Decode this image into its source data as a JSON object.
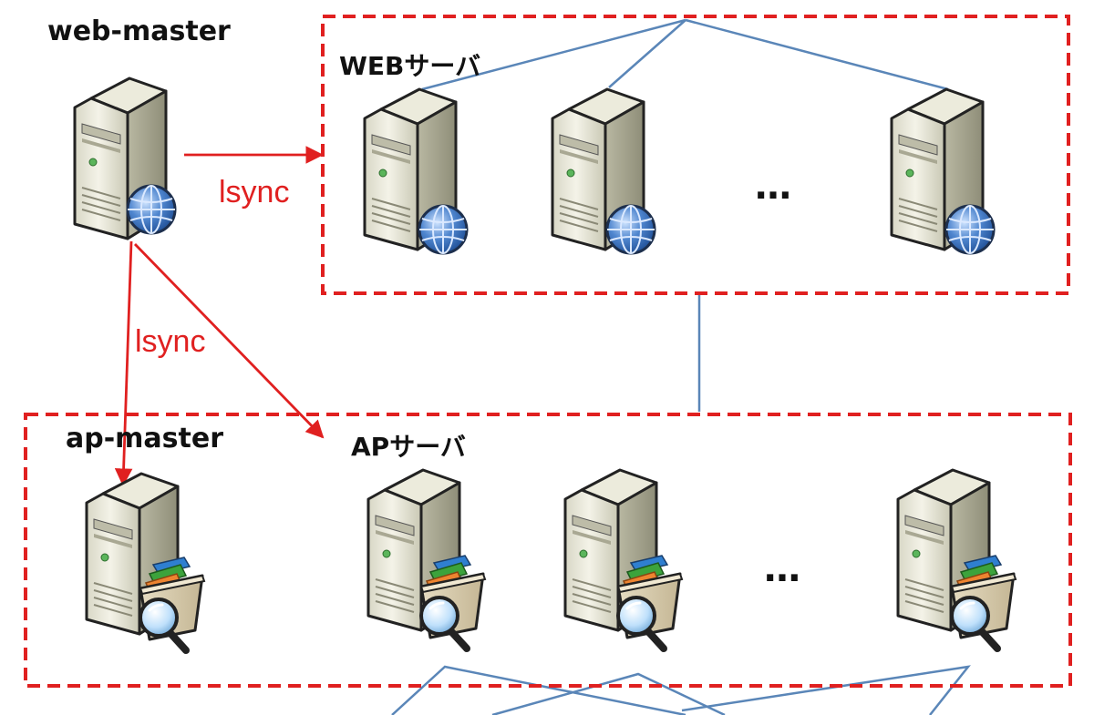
{
  "labels": {
    "web_master": "web-master",
    "web_group": "WEBサーバ",
    "ap_master": "ap-master",
    "ap_group": "APサーバ",
    "lsync_top": "lsync",
    "lsync_left": "lsync",
    "ellipsis_web": "…",
    "ellipsis_ap": "…"
  },
  "nodes": {
    "web_master": {
      "icon": "web-server-icon"
    },
    "web_servers": [
      {
        "icon": "web-server-icon"
      },
      {
        "icon": "web-server-icon"
      },
      {
        "icon": "web-server-icon"
      }
    ],
    "ap_master": {
      "icon": "application-server-icon"
    },
    "ap_servers": [
      {
        "icon": "application-server-icon"
      },
      {
        "icon": "application-server-icon"
      },
      {
        "icon": "application-server-icon"
      }
    ]
  },
  "colors": {
    "sync_arrow": "#e02020",
    "group_border": "#e02020",
    "network_line": "#5a86b8"
  }
}
